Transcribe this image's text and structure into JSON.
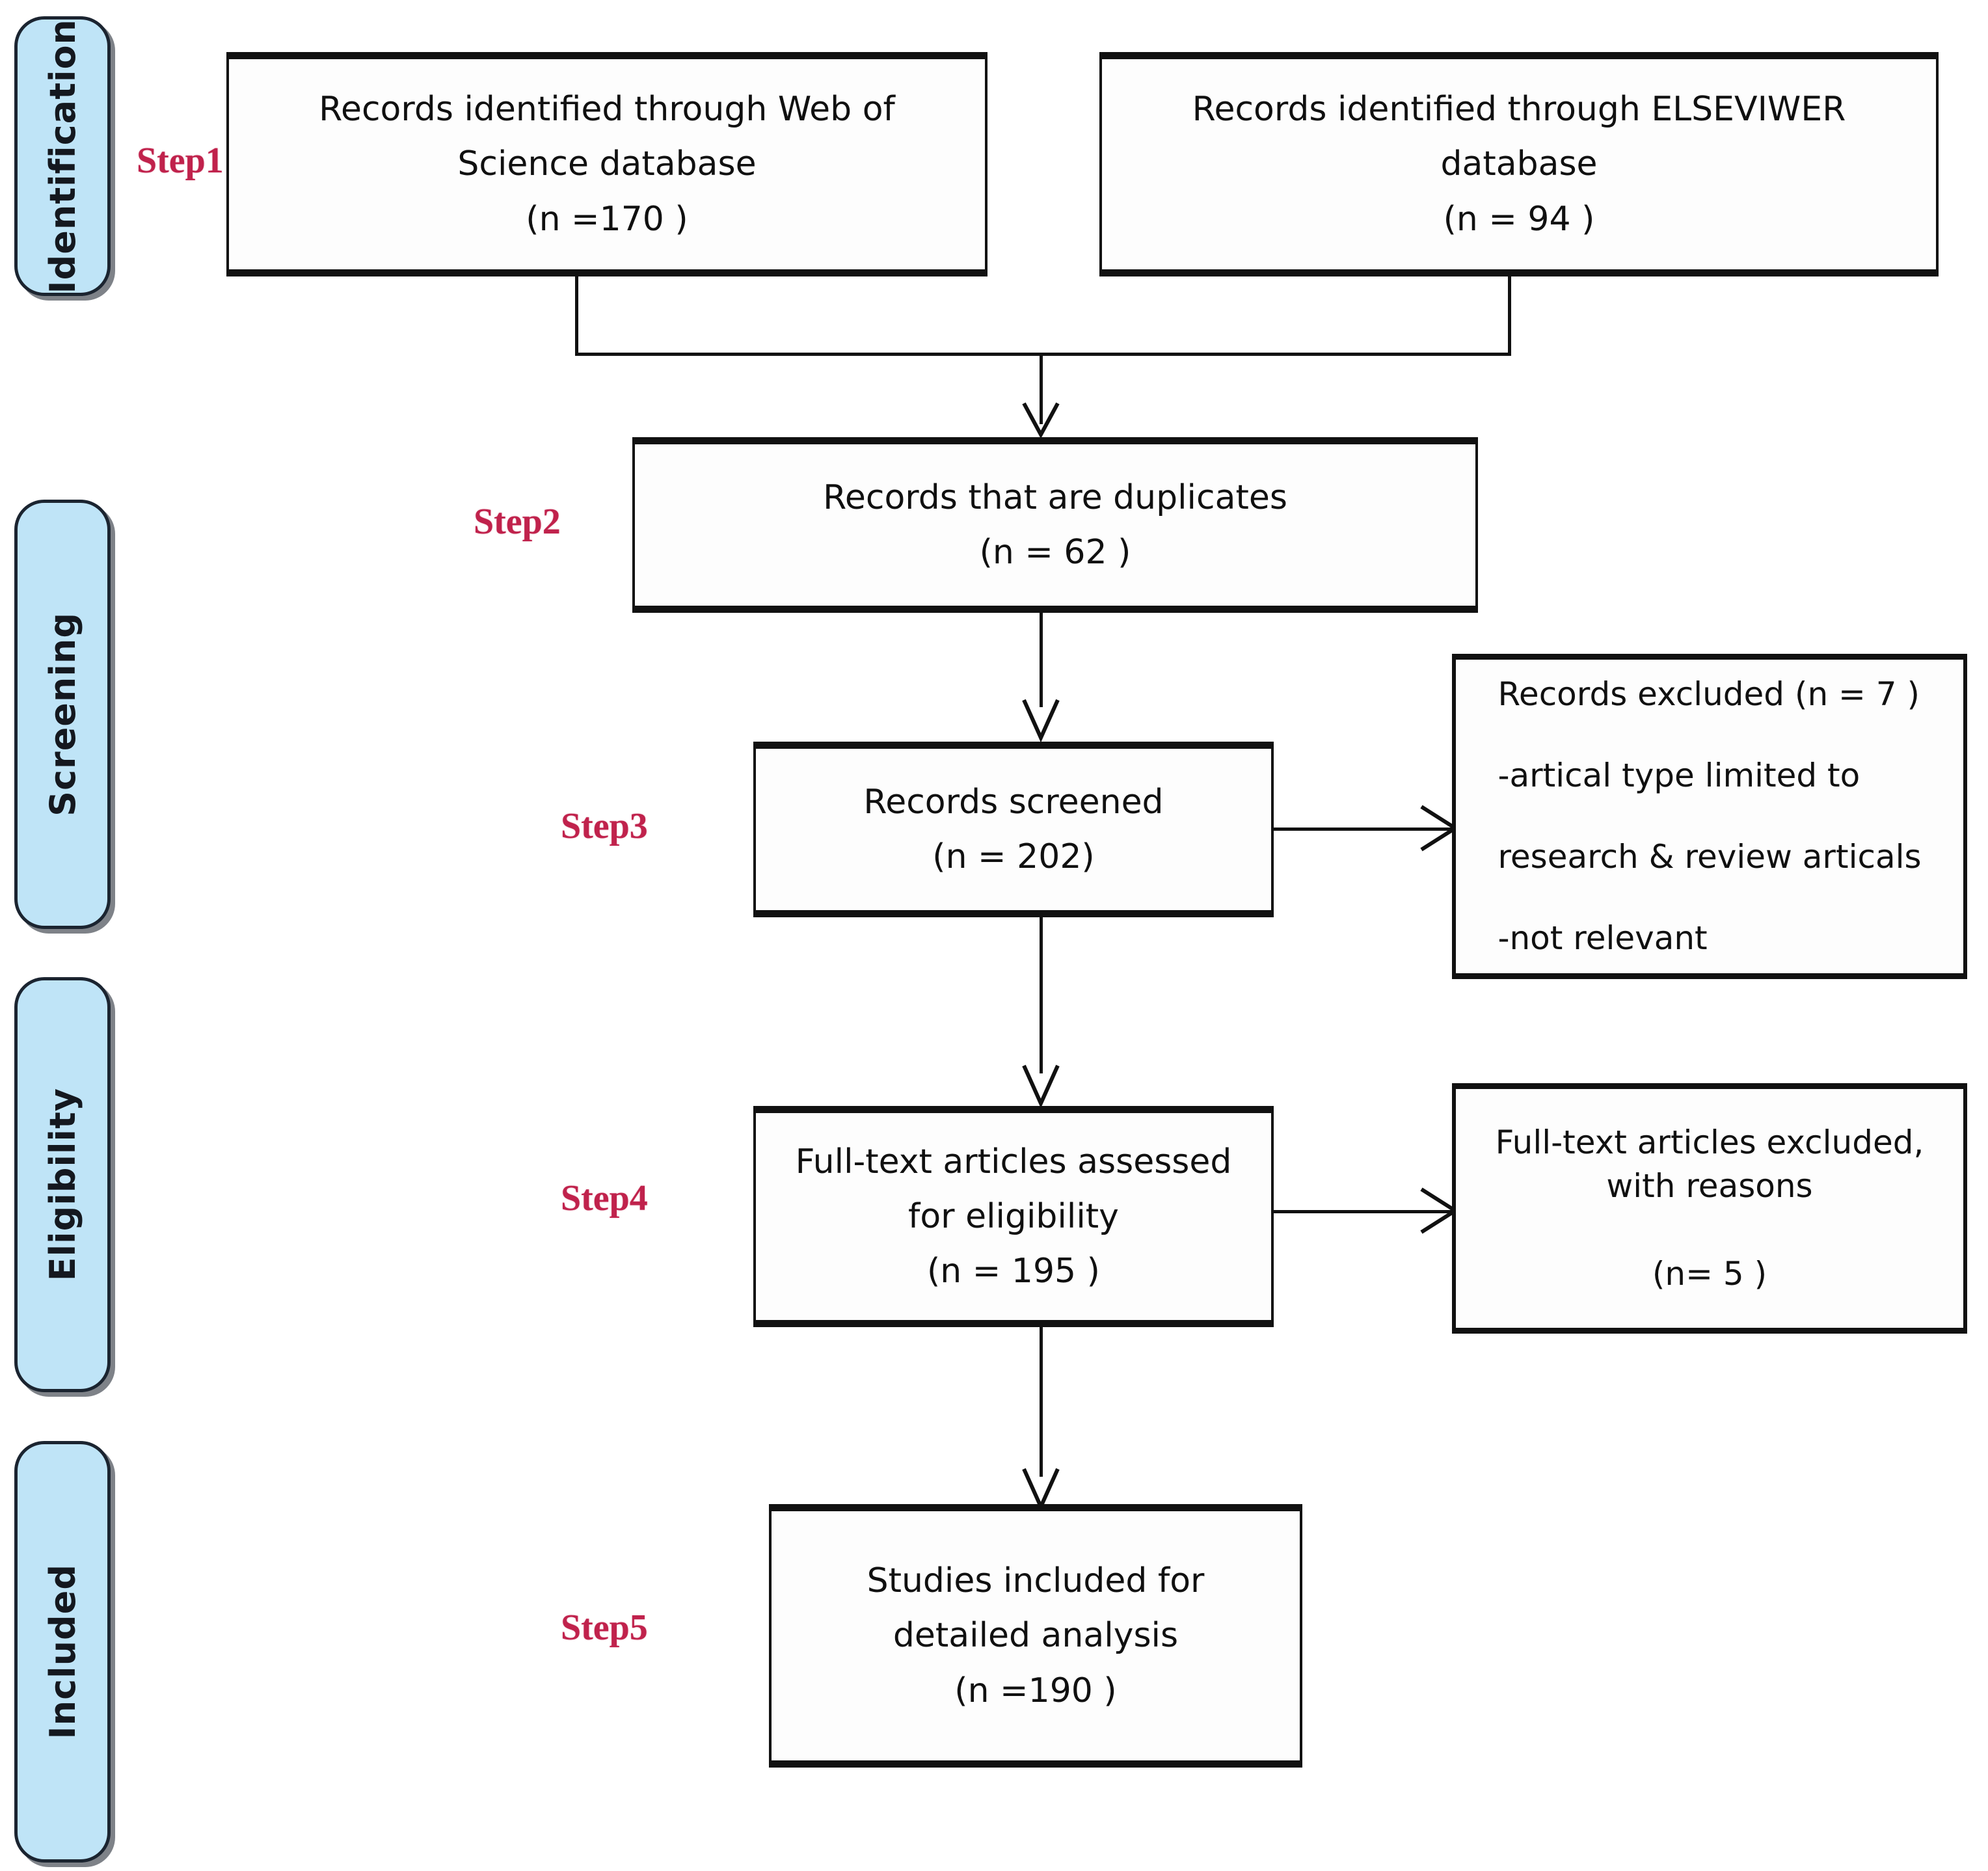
{
  "diagram": {
    "title": "PRISMA study selection flow diagram",
    "accent_red": "#c0224c",
    "pill_fill": "#bfe4f7",
    "line_color": "#111111"
  },
  "stages": [
    {
      "id": "identification",
      "label": "Identification"
    },
    {
      "id": "screening",
      "label": "Screening"
    },
    {
      "id": "eligibility",
      "label": "Eligibility"
    },
    {
      "id": "included",
      "label": "Included"
    }
  ],
  "steps": [
    {
      "id": "step1",
      "label": "Step1"
    },
    {
      "id": "step2",
      "label": "Step2"
    },
    {
      "id": "step3",
      "label": "Step3"
    },
    {
      "id": "step4",
      "label": "Step4"
    },
    {
      "id": "step5",
      "label": "Step5"
    }
  ],
  "boxes": {
    "wos": {
      "line1": "Records identified through Web of",
      "line2": "Science database",
      "count": "(n =170  )",
      "text": "Records identified through Web of\nScience database\n(n =170  )"
    },
    "elsevier": {
      "line1_plain": "Records identified through ",
      "line1_caps": "ELSEVIWER",
      "line2": "database",
      "count": "(n =  94  )",
      "text": "Records identified through ELSEVIWER\ndatabase\n(n =  94  )"
    },
    "duplicates": {
      "line1": "Records that are duplicates",
      "count": "(n = 62  )",
      "text": "Records that are duplicates\n(n = 62  )"
    },
    "screened": {
      "line1": "Records screened",
      "count": "(n = 202)",
      "text": "Records screened\n(n = 202)"
    },
    "records_excluded": {
      "heading": "Records excluded   (n = 7 )",
      "reason1": "-artical type limited to",
      "reason2": "research & review articals",
      "reason3": "-not relevant",
      "text": "Records excluded   (n = 7 )\n\n-artical type limited to\n\nresearch & review articals\n\n-not relevant"
    },
    "fulltext_assessed": {
      "line1": "Full-text articles assessed",
      "line2": "for eligibility",
      "count": "(n = 195 )",
      "text": "Full-text articles assessed\nfor eligibility\n(n = 195 )"
    },
    "fulltext_excluded": {
      "line1": "Full-text articles excluded,",
      "line2": "with reasons",
      "count": "(n= 5 )",
      "text": "Full-text articles excluded,\nwith reasons\n\n(n= 5 )"
    },
    "included_studies": {
      "line1": "Studies included for",
      "line2": "detailed analysis",
      "count": "(n =190  )",
      "text": "Studies included for\ndetailed analysis\n(n =190  )"
    }
  },
  "chart_data": {
    "type": "table",
    "title": "PRISMA record counts",
    "categories": [
      "Records identified through Web of Science database",
      "Records identified through ELSEVIWER database",
      "Records that are duplicates",
      "Records screened",
      "Records excluded",
      "Full-text articles assessed for eligibility",
      "Full-text articles excluded, with reasons",
      "Studies included for detailed analysis"
    ],
    "values": [
      170,
      94,
      62,
      202,
      7,
      195,
      5,
      190
    ]
  }
}
